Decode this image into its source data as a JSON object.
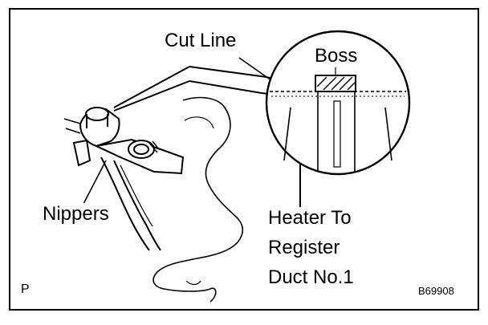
{
  "labels": {
    "cut_line": "Cut Line",
    "boss": "Boss",
    "nippers": "Nippers",
    "heater_line1": "Heater To",
    "heater_line2": "Register",
    "heater_line3": "Duct No.1"
  },
  "corner_letter": "P",
  "figure_code": "B69908",
  "icons": [
    "nippers-tool",
    "boss-block",
    "magnified-circle"
  ]
}
